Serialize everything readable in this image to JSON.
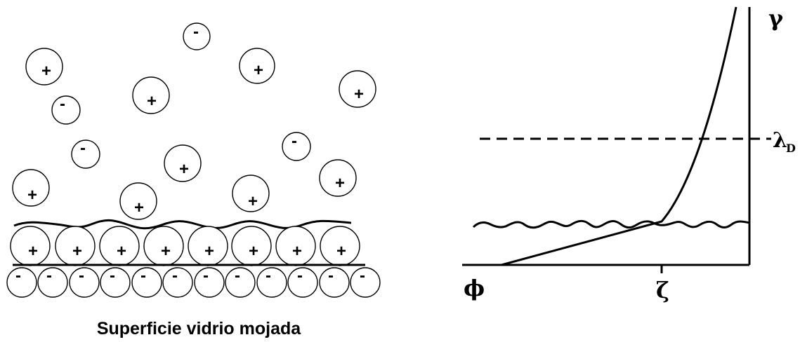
{
  "left_panel": {
    "caption": "Superficie vidrio mojada",
    "positive_sign": "+",
    "negative_sign": "-"
  },
  "right_panel": {
    "gamma_label": "γ",
    "lambda_label": "λ",
    "lambda_subscript": "D",
    "phi_label": "ϕ",
    "zeta_label": "ζ"
  }
}
